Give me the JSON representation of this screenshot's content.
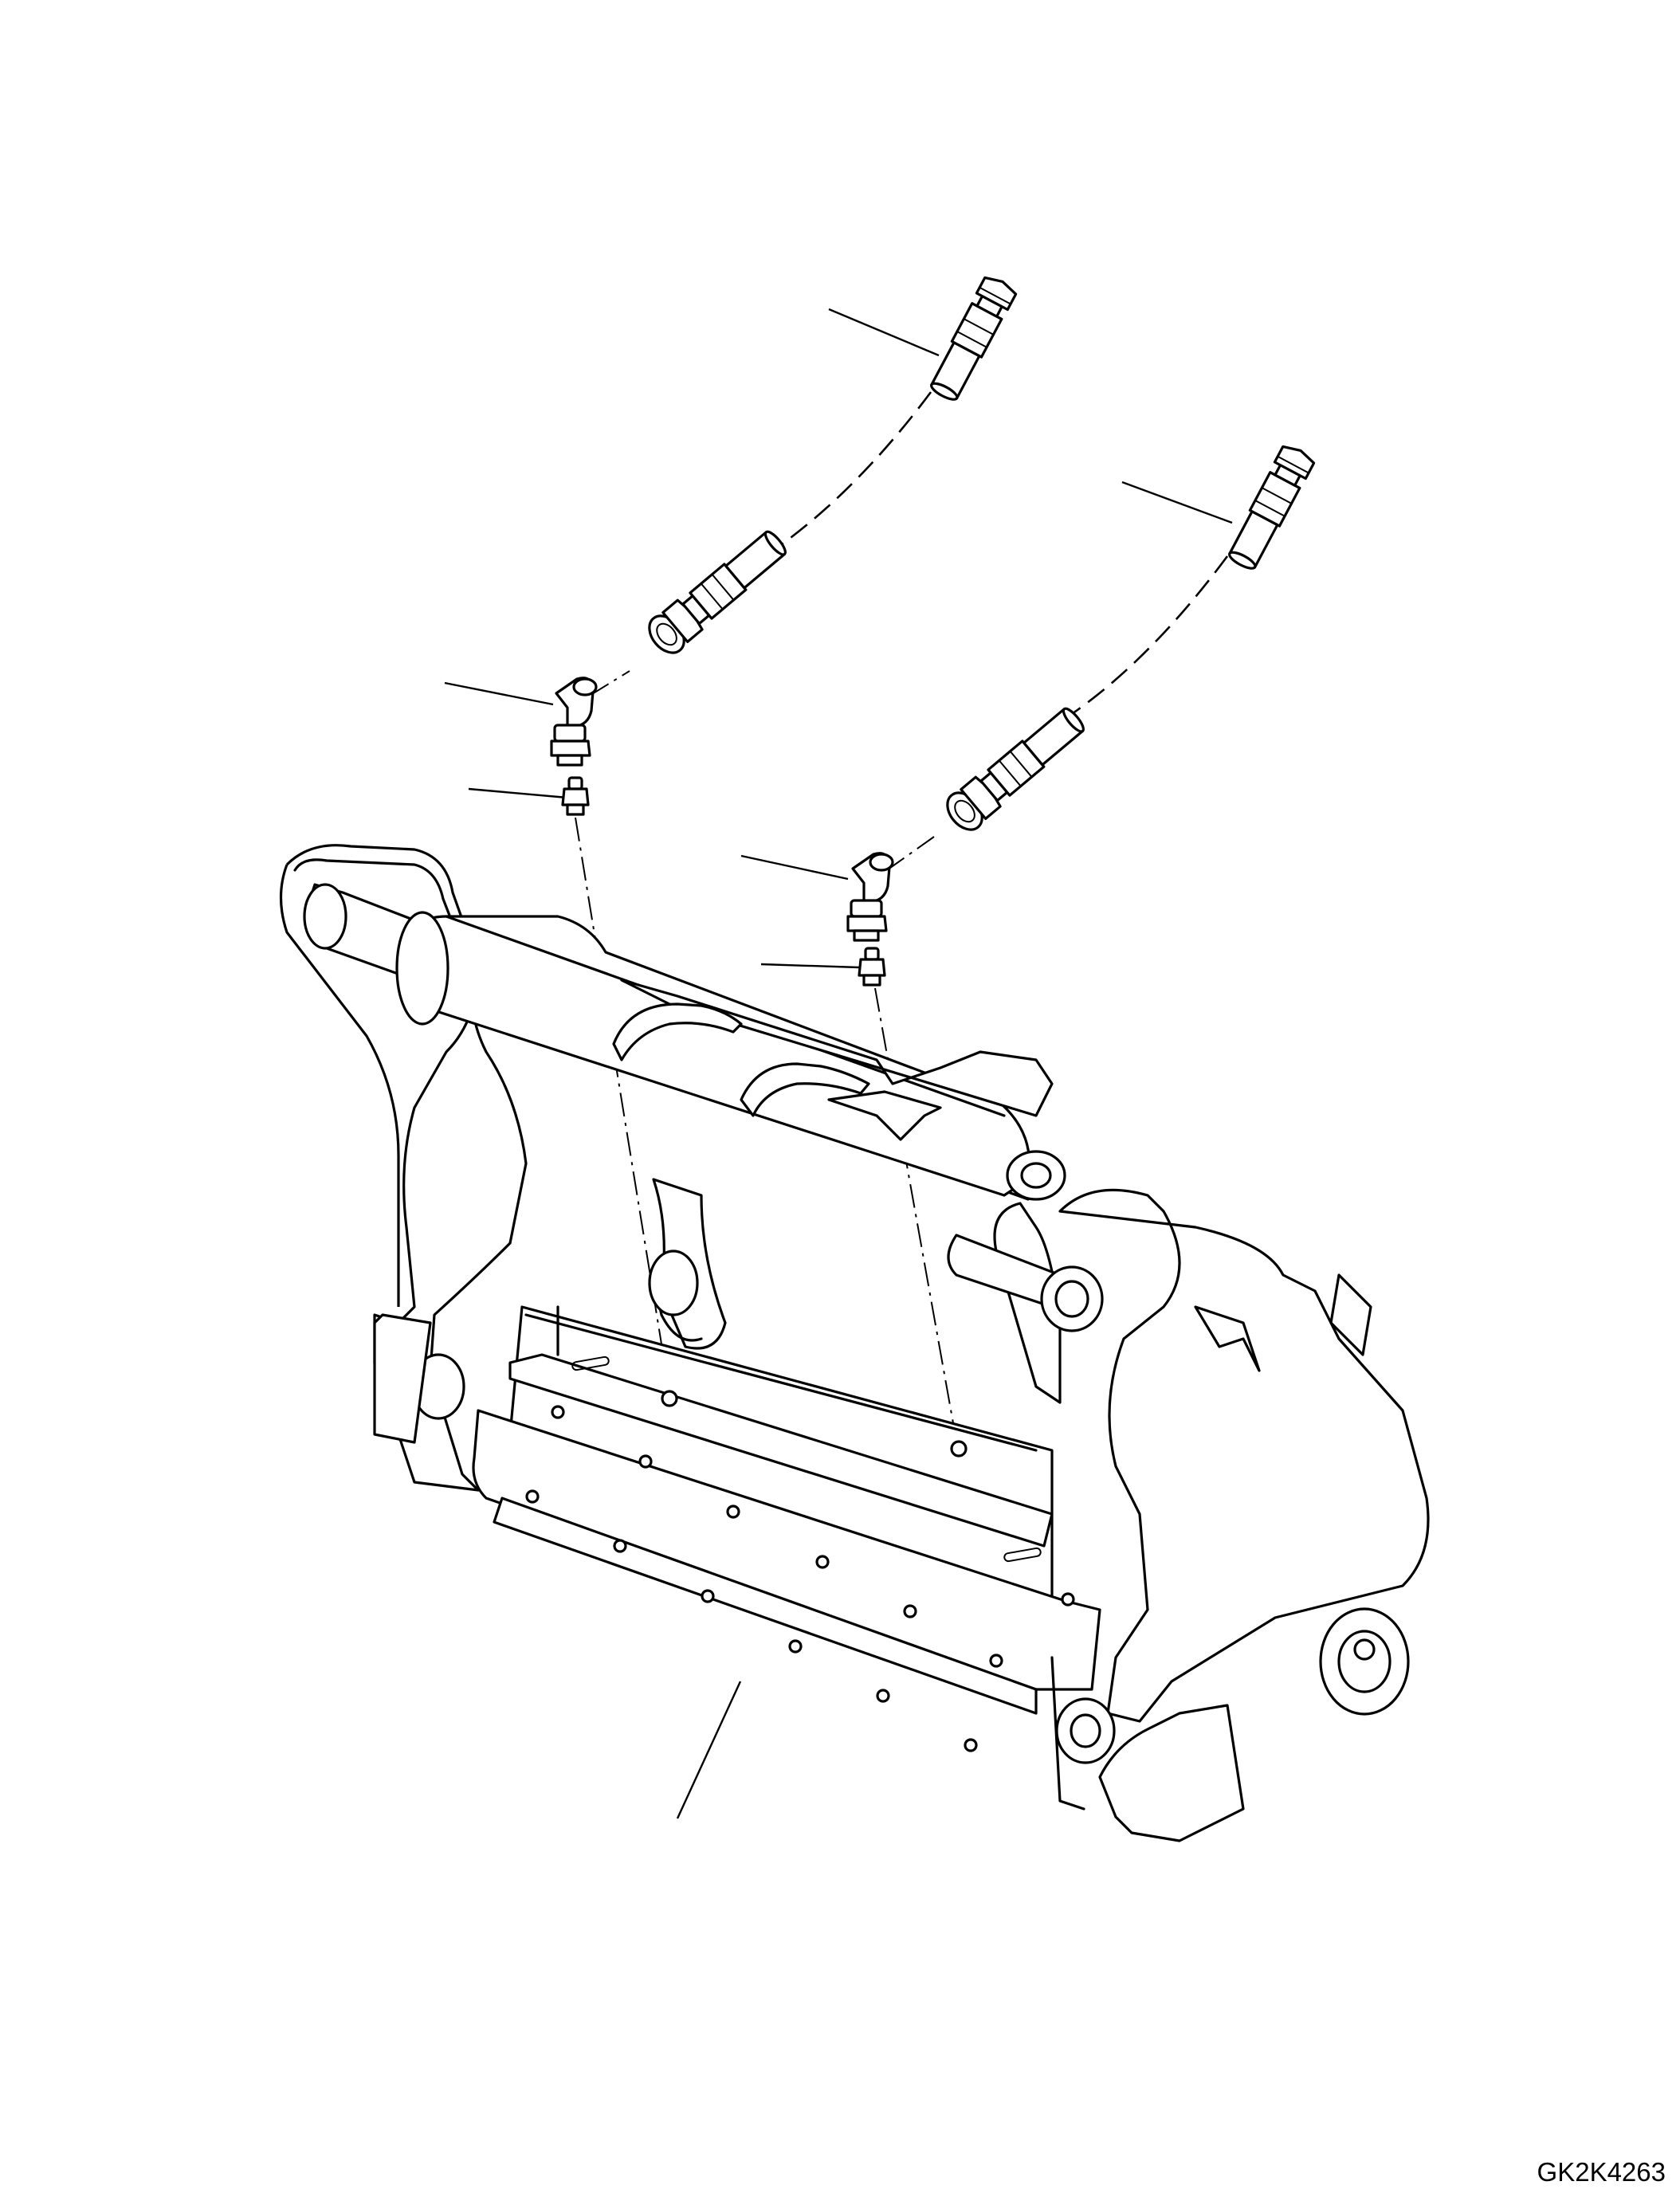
{
  "drawing": {
    "code": "GK2K4263",
    "ink_color": "#000000",
    "background_color": "#ffffff"
  },
  "parts": [
    {
      "name": "hose-assembly-upper-left"
    },
    {
      "name": "hose-assembly-upper-right"
    },
    {
      "name": "elbow-fitting-left"
    },
    {
      "name": "grease-nipple-left"
    },
    {
      "name": "elbow-fitting-right"
    },
    {
      "name": "grease-nipple-right"
    },
    {
      "name": "coupler-frame"
    }
  ]
}
